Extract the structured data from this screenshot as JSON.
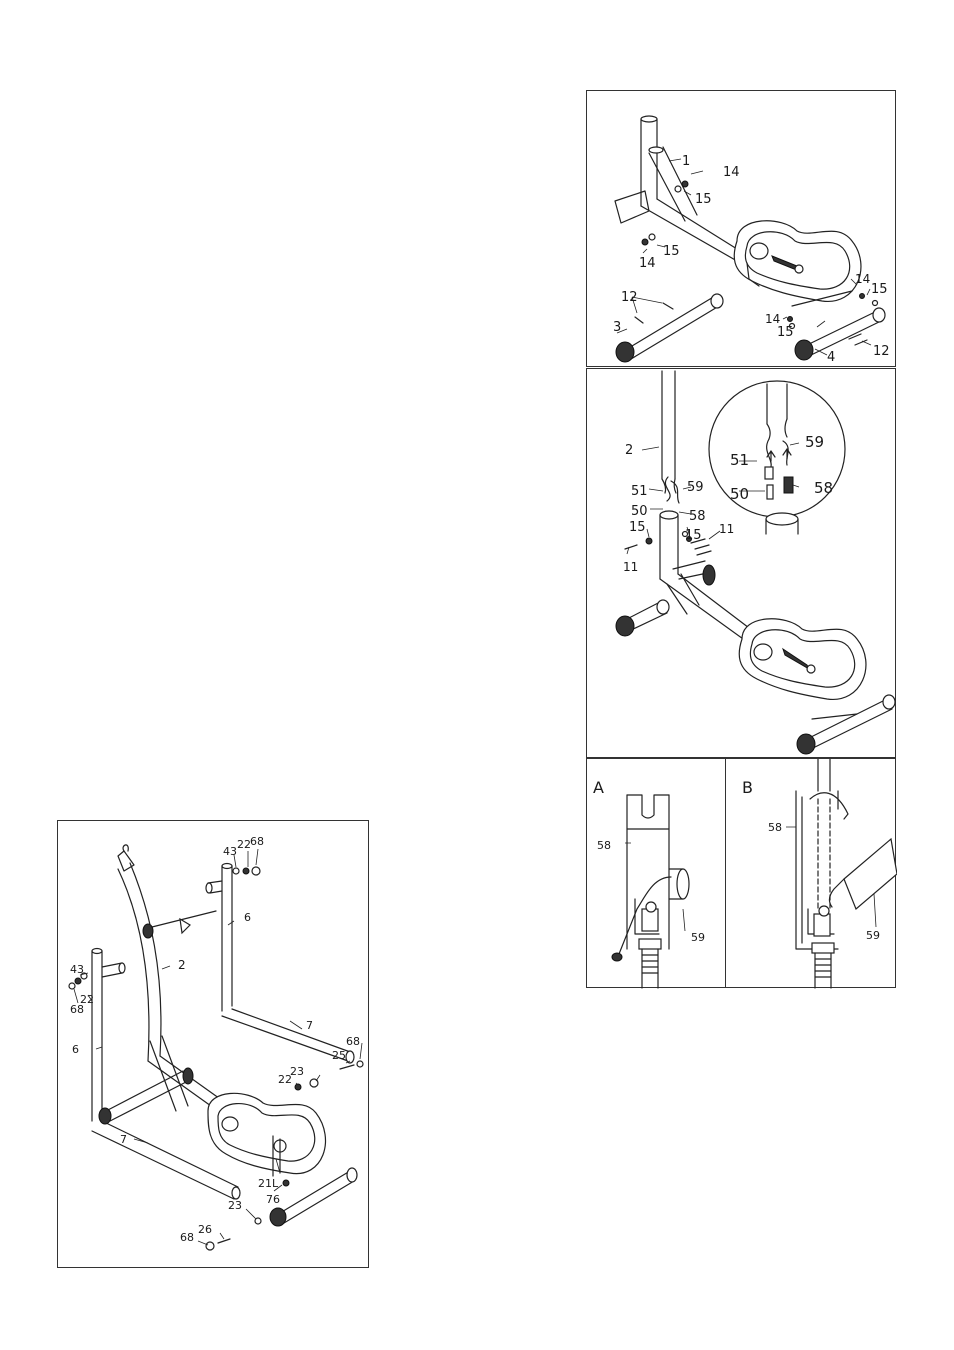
{
  "figure_top": {
    "labels": {
      "p1": "1",
      "p14a": "14",
      "p15a": "15",
      "p15b": "15",
      "p14b": "14",
      "p12a": "12",
      "p3": "3",
      "p14c": "14",
      "p15c": "15",
      "p14d": "14",
      "p15d": "15",
      "p12b": "12",
      "p4": "4"
    }
  },
  "figure_middle": {
    "labels": {
      "p2": "2",
      "p51": "51",
      "p59": "59",
      "p50": "50",
      "p58": "58",
      "p15a": "15",
      "p15b": "15",
      "p11a": "11",
      "p11b": "11",
      "z51": "51",
      "z59": "59",
      "z50": "50",
      "z58": "58"
    }
  },
  "figure_a": {
    "tag": "A",
    "labels": {
      "p58": "58",
      "p59": "59"
    }
  },
  "figure_b": {
    "tag": "B",
    "labels": {
      "p58": "58",
      "p59": "59"
    }
  },
  "figure_left": {
    "labels": {
      "p22a": "22",
      "p68a": "68",
      "p43a": "43",
      "p6a": "6",
      "p2": "2",
      "p43b": "43",
      "p22b": "22",
      "p68b": "68",
      "p6b": "6",
      "p7a": "7",
      "p68c": "68",
      "p25": "25",
      "p23a": "23",
      "p22c": "22",
      "p21l": "21L",
      "p76": "76",
      "p7b": "7",
      "p23b": "23",
      "p26": "26",
      "p68d": "68"
    }
  }
}
